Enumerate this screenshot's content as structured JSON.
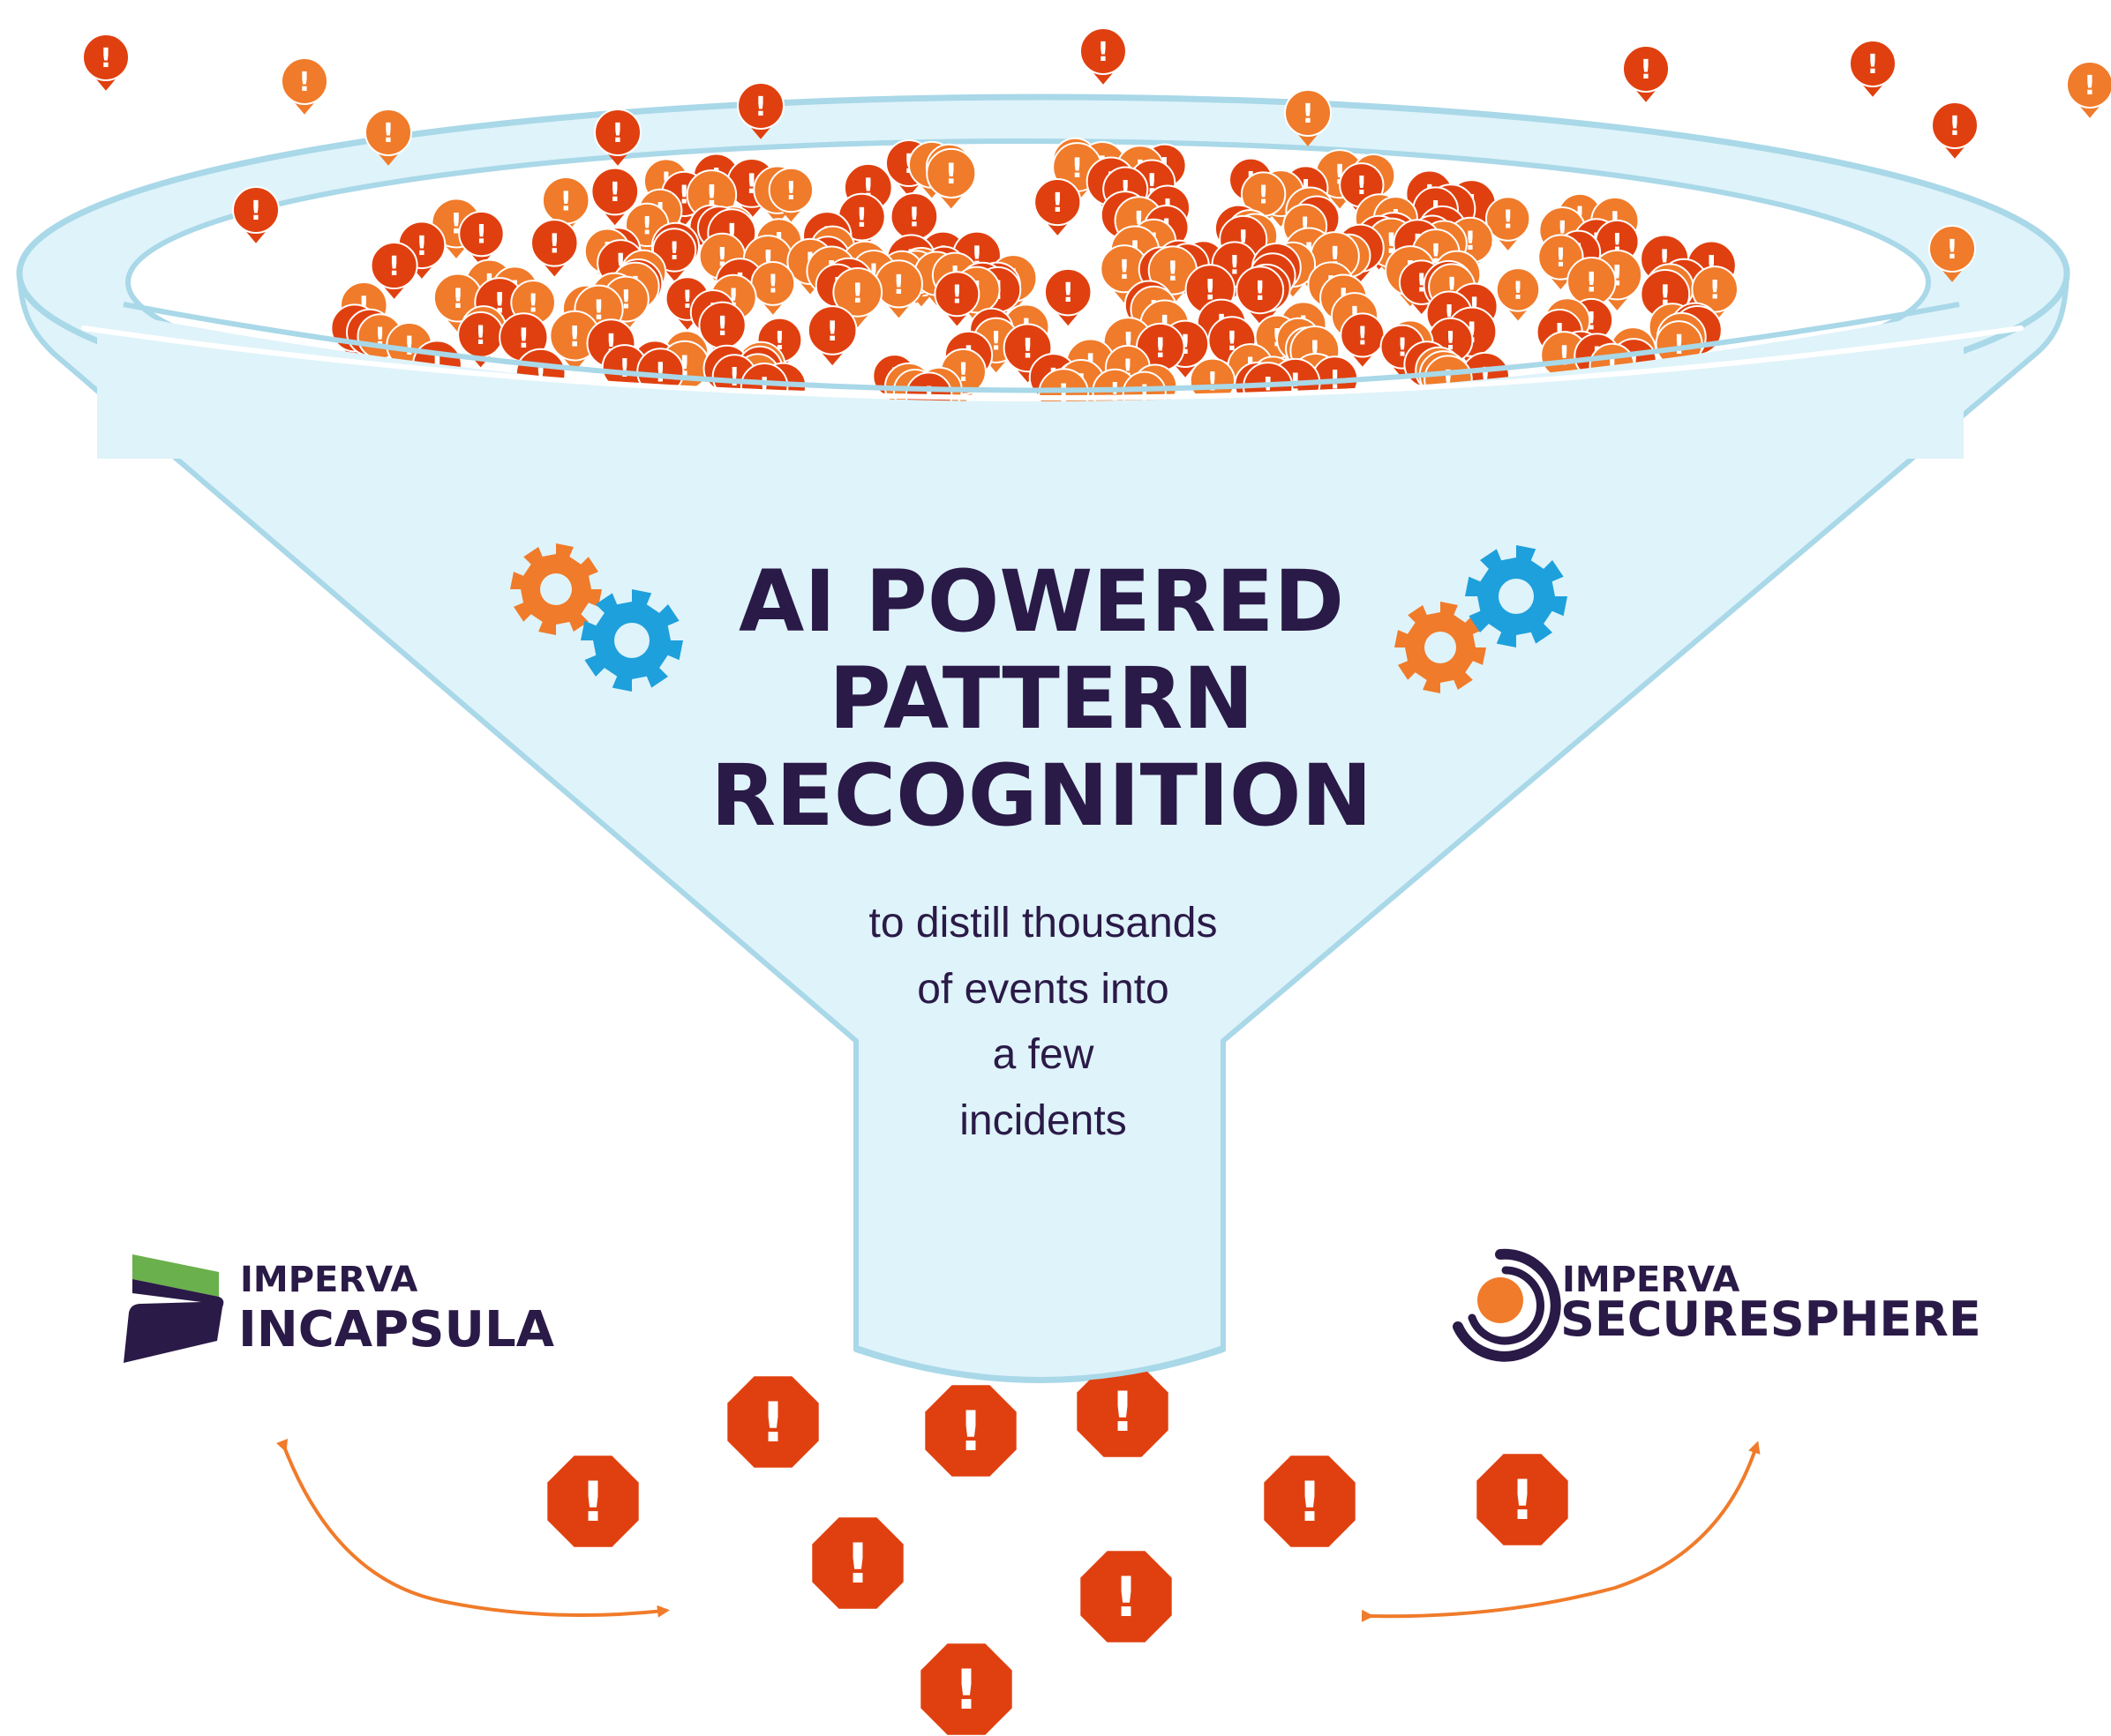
{
  "title": {
    "line1": "AI POWERED",
    "line2": "PATTERN",
    "line3": "RECOGNITION"
  },
  "subtitle": {
    "line1": "to distill thousands",
    "line2": "of events into",
    "line3": "a few",
    "line4": "incidents"
  },
  "logos": {
    "incapsula": {
      "brand": "IMPERVA",
      "product": "INCAPSULA"
    },
    "securesphere": {
      "brand": "IMPERVA",
      "product": "SECURESPHERE"
    }
  },
  "glyphs": {
    "alert": "!"
  },
  "colors": {
    "funnel_fill": "#dff3fa",
    "funnel_stroke": "#a9d8e8",
    "event_orange": "#f07b2a",
    "event_red": "#e0400f",
    "incident_red": "#e0400f",
    "gear_orange": "#f07b2a",
    "gear_blue": "#1ea0dc",
    "title": "#2a1a47",
    "logo_green": "#6ab04c",
    "logo_purple": "#2a1a47",
    "logo_orange": "#f07b2a"
  },
  "icons": [
    "event-alert-pin-icon",
    "incident-octagon-icon",
    "gear-icon",
    "curved-arrow-icon",
    "incapsula-logo-icon",
    "securesphere-logo-icon"
  ]
}
